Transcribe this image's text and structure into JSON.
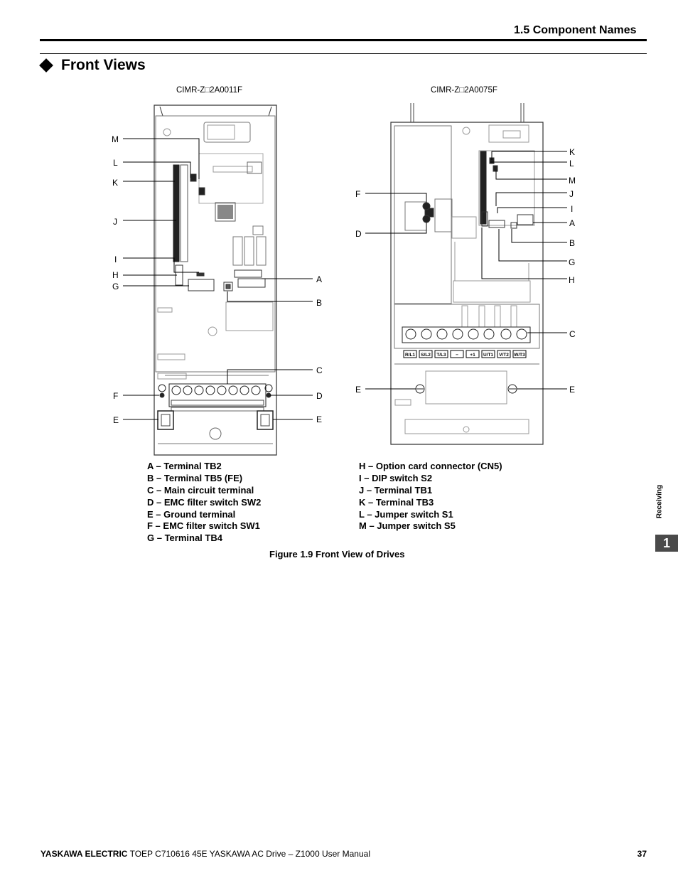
{
  "header": {
    "section": "1.5 Component Names"
  },
  "heading": "Front Views",
  "figure": {
    "left_model": "CIMR-Z□2A0011F",
    "right_model": "CIMR-Z□2A0075F",
    "left_callouts": {
      "M": "M",
      "L": "L",
      "K": "K",
      "J": "J",
      "I": "I",
      "H": "H",
      "G": "G",
      "A": "A",
      "B": "B",
      "C": "C",
      "F": "F",
      "D": "D",
      "E1": "E",
      "E2": "E"
    },
    "right_callouts": {
      "K": "K",
      "L": "L",
      "M": "M",
      "J": "J",
      "I": "I",
      "A": "A",
      "B": "B",
      "G": "G",
      "H": "H",
      "C": "C",
      "F": "F",
      "D": "D",
      "E1": "E",
      "E2": "E"
    },
    "terminal_labels": [
      "R/L1",
      "S/L2",
      "T/L3",
      "−",
      "+1",
      "U/T1",
      "V/T2",
      "W/T3"
    ],
    "caption": "Figure 1.9  Front View of Drives"
  },
  "legend_left": [
    "A – Terminal TB2",
    "B – Terminal TB5 (FE)",
    "C – Main circuit terminal",
    "D – EMC filter switch SW2",
    "E – Ground terminal",
    "F – EMC filter switch SW1",
    "G – Terminal TB4"
  ],
  "legend_right": [
    "H – Option card connector (CN5)",
    "I  –  DIP switch S2",
    "J – Terminal TB1",
    "K – Terminal TB3",
    "L – Jumper switch S1",
    "M – Jumper switch S5"
  ],
  "side_tab": {
    "number": "1",
    "label": "Receiving"
  },
  "footer": {
    "brand": "YASKAWA ELECTRIC",
    "text": " TOEP C710616 45E YASKAWA AC Drive – Z1000 User Manual",
    "page": "37"
  }
}
